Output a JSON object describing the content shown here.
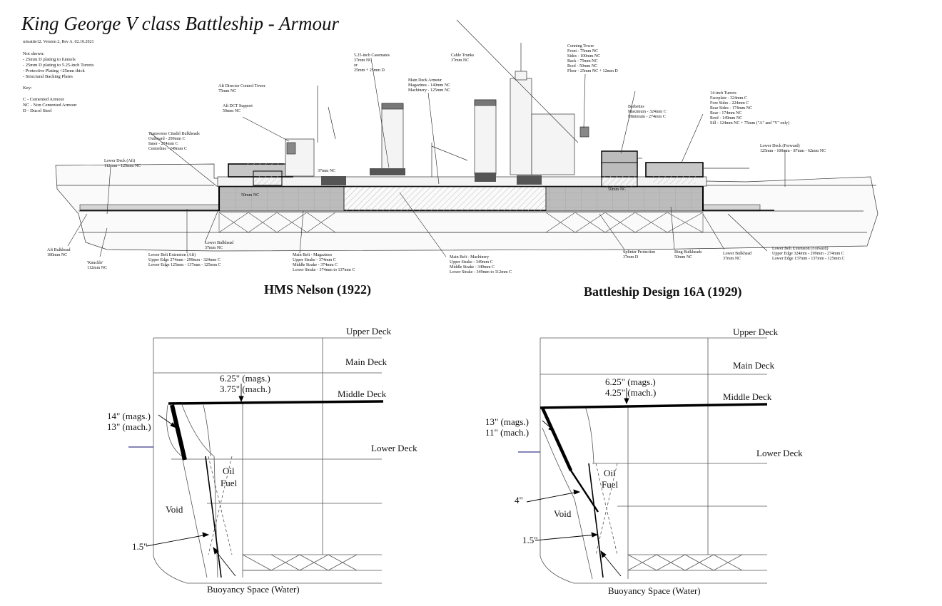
{
  "title": "King George V class Battleship - Armour",
  "byline": "u/mattie12. Version 2, Rev A. 02.10.2021",
  "notes_text": "Not shown:\n- 25mm D plating to funnels\n- 25mm D plating to 5.25-inch Turrets\n- Protective Plating <25mm thick\n- Structural Backing Plates\n\nKey:\n\nC - Cemented Armour\nNC - Non Cemented Armour\nD - Ducol Steel",
  "profile_labels": {
    "aft_bulkhead": "Aft Bulkhead\n180mm NC",
    "knuckle": "'Knuckle'\n112mm NC",
    "lower_deck_aft": "Lower Deck (Aft)\n112mm - 125mm NC",
    "transverse_citadel": "Transverse Citadel Bulkheads\nOutboard - 299mm C\nInner - 274mm C\nCentreline - 249mm C",
    "aft_dct_support": "Aft DCT Support\n50mm NC",
    "aft_director": "Aft Director Control Tower\n75mm NC",
    "casemates": "5.25-inch Casemates\n37mm NC\nor\n25mm + 25mm D",
    "main_deck_armour": "Main Deck Armour\nMagazines - 149mm NC\nMachinery - 125mm NC",
    "cable_trunks": "Cable Trunks\n37mm NC",
    "conning_tower": "Conning Tower\nFront - 75mm NC\nSides - 100mm NC\nBack - 75mm NC\nRoof - 50mm NC\nFloor - 25mm NC + 12mm D",
    "barbettes": "Barbettes\nMaximum - 324mm C\nMinimum - 274mm C",
    "turrets_14": "14-inch Turrets\nFaceplate - 324mm C\nFore Sides - 224mm C\nRear Sides - 174mm NC\nRear - 174mm NC\nRoof - 149mm NC\nSill - 124mm NC + 75mm (\"A\" and \"Y\" only)",
    "lower_deck_fwd": "Lower Deck (Forward)\n125mm - 100mm - 87mm - 62mm NC",
    "nc37": "37mm NC",
    "nc50_a": "50mm NC",
    "nc50_b": "50mm NC",
    "lower_belt_aft": "Lower Belt Extension (Aft)\nUpper Edge 274mm - 299mm - 324mm C\nLower Edge 125mm - 137mm - 125mm C",
    "lower_bulkhead_aft": "Lower Bulkhead\n37mm NC",
    "main_belt_mags": "Main Belt - Magazines\nUpper Strake - 374mm C\nMiddle Strake - 374mm C\nLower Strake - 374mm to 137mm C",
    "main_belt_mach": "Main Belt - Machinery\nUpper Strake - 349mm C\nMiddle Strake - 349mm C\nLower Strake - 349mm to 112mm C",
    "splinter": "Splinter Protection\n37mm D",
    "ring_bulkheads": "Ring Bulkheads\n50mm NC",
    "lower_bulkhead_fwd": "Lower Bulkhead\n37mm NC",
    "lower_belt_fwd": "Lower Belt Extension (Forward)\nUpper Edge 324mm - 299mm - 274mm C\nLower Edge 137mm - 137mm - 125mm C"
  },
  "sections": [
    {
      "title": "HMS Nelson (1922)",
      "upper_deck": "Upper Deck",
      "main_deck": "Main Deck",
      "middle_deck": "Middle Deck",
      "lower_deck": "Lower Deck",
      "deck_armour_mags": "6.25\" (mags.)",
      "deck_armour_mach": "3.75\" (mach.)",
      "belt_mags": "14\" (mags.)",
      "belt_mach": "13\" (mach.)",
      "oil_fuel_1": "Oil",
      "oil_fuel_2": "Fuel",
      "void": "Void",
      "bulkhead": "1.5\"",
      "buoyancy": "Buoyancy Space (Water)"
    },
    {
      "title": "Battleship Design 16A (1929)",
      "upper_deck": "Upper Deck",
      "main_deck": "Main Deck",
      "middle_deck": "Middle Deck",
      "lower_deck": "Lower Deck",
      "deck_armour_mags": "6.25\" (mags.)",
      "deck_armour_mach": "4.25\" (mach.)",
      "belt_mags": "13\" (mags.)",
      "belt_mach": "11\" (mach.)",
      "lower_belt": "4\"",
      "oil_fuel_1": "Oil",
      "oil_fuel_2": "Fuel",
      "void": "Void",
      "bulkhead": "1.5\"",
      "buoyancy": "Buoyancy Space (Water)"
    }
  ],
  "colors": {
    "armour_light": "#c8c8c8",
    "armour_mid": "#a0a0a0",
    "armour_dark": "#555555",
    "line": "#222222",
    "waterline": "#3a3a8a"
  }
}
